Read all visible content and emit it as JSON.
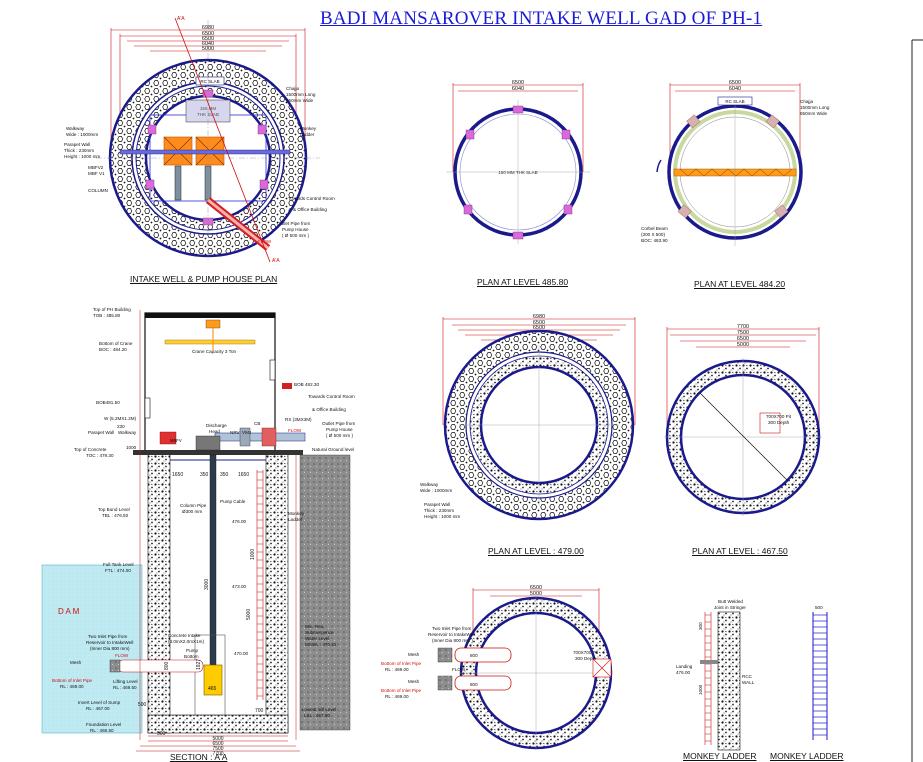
{
  "title": "BADI MANSAROVER INTAKE WELL GAD OF PH-1",
  "captions": {
    "plan_main": "INTAKE WELL & PUMP HOUSE PLAN",
    "plan_48580": "PLAN AT LEVEL 485.80",
    "plan_48420": "PLAN AT LEVEL 484.20",
    "plan_47900": "PLAN AT LEVEL : 479.00",
    "plan_46750": "PLAN AT LEVEL : 467.50",
    "section": "SECTION : A'A",
    "ladder1": "MONKEY LADDER",
    "ladder2": "MONKEY LADDER"
  },
  "plan_main": {
    "dims": [
      "6980",
      "6500",
      "6500",
      "6040",
      "5000"
    ],
    "section_mark": "A'A",
    "chajja": [
      "Chajja",
      "1500mm Long",
      "650mm Wide"
    ],
    "walkway": [
      "Walkway",
      "Wide : 1000mm"
    ],
    "parapet": [
      "Parapet Wall",
      "Thick : 230mm",
      "Height : 1000 mm"
    ],
    "mbfv2": "MBFV2",
    "mbfv1": "MBF V1",
    "column": "COLUMN",
    "monkey": [
      "Monkey",
      "Ladder"
    ],
    "towards": [
      "Towards Control Room",
      "& Office Building"
    ],
    "outlet": [
      "Outlet Pipe from",
      "Pump House",
      "( Ø 500 mm )"
    ],
    "flow": "FLOW",
    "slab": [
      "150 MM",
      "THK SLAB"
    ],
    "rc_slab": "RC SLAB"
  },
  "plan_48580": {
    "dims": [
      "6500",
      "6040"
    ],
    "slab": "150 MM THK SLAB"
  },
  "plan_48420": {
    "dims": [
      "6500",
      "6040"
    ],
    "rc_slab": "RC SLAB",
    "chajja": [
      "Chajja",
      "1500mm Long",
      "650mm Wide"
    ],
    "corbel": [
      "Corbel Beam",
      "(300 X 500)",
      "BOC: 483.90"
    ]
  },
  "plan_47900": {
    "dims": [
      "6980",
      "6500",
      "6500",
      "6040",
      "5000"
    ],
    "walkway": [
      "Walkway",
      "Wide : 1000mm"
    ],
    "parapet": [
      "Parapet Wall",
      "Thick : 230mm",
      "Height : 1000 mm"
    ]
  },
  "plan_46750": {
    "dims": [
      "7700",
      "7500",
      "6500",
      "5000"
    ],
    "pit": [
      "700X700 Pit",
      "300 Depth"
    ]
  },
  "plan_lower": {
    "dims": [
      "6500",
      "5000"
    ],
    "inlet": [
      "Two Inlet Pipe from",
      "Reservoir to IntakeWell",
      "(Inner Dia 800 mm )"
    ],
    "mesh": "Mesh",
    "bottom": [
      "Bottom of Inlet Pipe",
      "RL : 469.00"
    ],
    "flow": "FLOW",
    "d800": "800",
    "pit": [
      "700X700 Pit",
      "300 Depth"
    ]
  },
  "section": {
    "top_ph": [
      "Top of PH Building",
      "TOB : 485.80"
    ],
    "bottom_crane": [
      "Bottom of Crane",
      "BOC : 484.20"
    ],
    "crane": "Crane Capacity 3 Ton",
    "bob1": "BOB 482.30",
    "bob2": "BOB481.50",
    "towards": [
      "Towards Control Room",
      "& Office Building"
    ],
    "w1": "W (5.2MX1.2M)",
    "rs": "RS (3MX3M)",
    "parapet": "Parapet Wall",
    "walkway": "Walkway",
    "d230": "230",
    "d1000": "1000",
    "discharge": [
      "Discharge",
      "Head"
    ],
    "nrv": "NRV",
    "vmj": "VMJ",
    "cb": "CB",
    "mbfv": "MBFV",
    "flow": "FLOW",
    "outlet": [
      "Outlet Pipe from",
      "Pump House",
      "( Ø 500 mm )"
    ],
    "top_concrete": [
      "Top of Concrete",
      "TOC : 479.30"
    ],
    "ngl": "Natural Ground level",
    "dims_top": [
      "1650",
      "350",
      "350",
      "1650"
    ],
    "column_pipe": [
      "Column Pipe",
      "Ø300 mm"
    ],
    "pump_cable": "Pump Cable",
    "monkey": [
      "Monkey",
      "Ladder"
    ],
    "l476": "476.00",
    "l473": "473.00",
    "l470": "470.00",
    "tbl": [
      "Top Bund Level",
      "TBL : 476.50"
    ],
    "ftl": [
      "Full Tank Level",
      "FTL : 474.00"
    ],
    "dam": "D A M",
    "inlet": [
      "Two Inlet Pipe from",
      "Reservoir to IntakeWell",
      "(Inner Dia 800 mm)"
    ],
    "flow2": "FLOW",
    "mesh": "Mesh",
    "bottom_inlet": [
      "Bottom of Inlet Pipe",
      "RL : 469.00"
    ],
    "lifting": [
      "Lifting Level",
      "RL : 469.50"
    ],
    "concrete": [
      "Concrete Intake",
      "(3.0mX2.0mX1m)"
    ],
    "pump": [
      "Pump",
      "Bottom"
    ],
    "min_sub": [
      "Min. Req.",
      "Submergence",
      "Water Level",
      "MSWL : 470.22"
    ],
    "invert": [
      "Invert Level of Sump",
      "RL : 467.00"
    ],
    "foundation": [
      "Foundation Level",
      "RL : 466.50"
    ],
    "lowest": [
      "Lowest Sill Level",
      "LSL : 467.00"
    ],
    "v3000": "3000",
    "v5000": "5000",
    "v1000": "1000",
    "v1927": "1927",
    "v800": "800",
    "v700": "700",
    "v465": "465",
    "v500": "500",
    "dims_bottom": [
      "500",
      "5000",
      "6500",
      "7500",
      "7700"
    ]
  },
  "ladder": {
    "butt": [
      "Butt Welded",
      "Joint in Stringer"
    ],
    "rcc": [
      "RCC",
      "WALL"
    ],
    "landing": [
      "Landing",
      "476.00"
    ],
    "v300": "300",
    "v1000": "1000",
    "w500": "500"
  }
}
